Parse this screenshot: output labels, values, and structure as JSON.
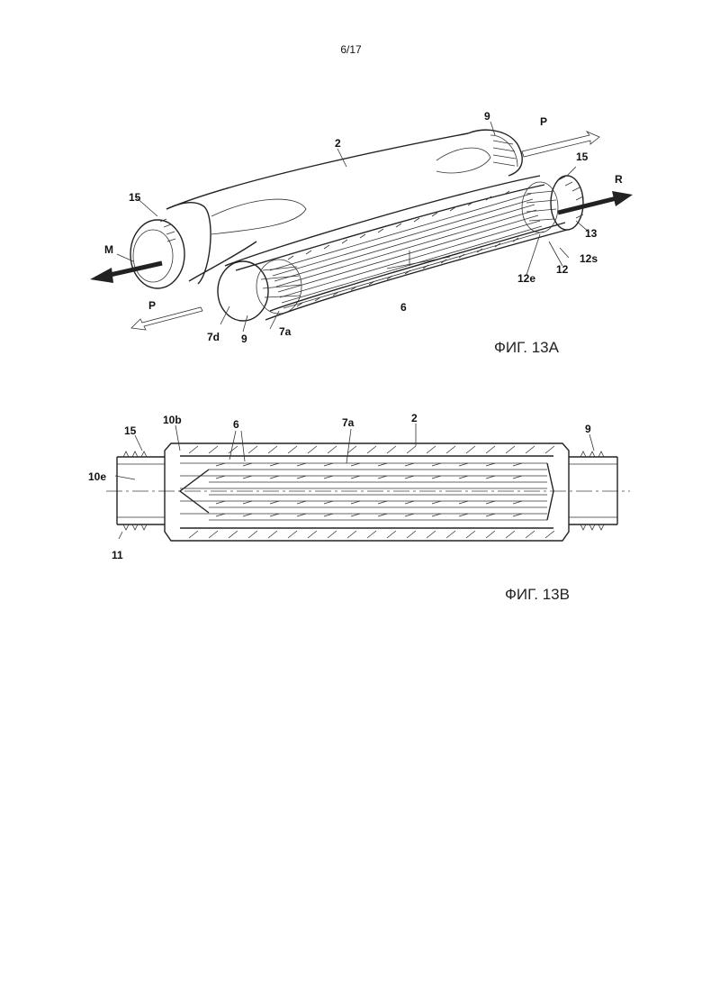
{
  "page_number": "6/17",
  "figures": {
    "fig_a": {
      "caption": "ФИГ. 13A",
      "labels": {
        "l2": "2",
        "l9_top": "9",
        "l9_bot": "9",
        "lP_top": "P",
        "lP_bot": "P",
        "l15_left": "15",
        "l15_right": "15",
        "lR": "R",
        "l13": "13",
        "l12s": "12s",
        "l12": "12",
        "l12e": "12e",
        "l6": "6",
        "lM": "M",
        "l7d": "7d",
        "l7a": "7a"
      }
    },
    "fig_b": {
      "caption": "ФИГ. 13B",
      "labels": {
        "l15": "15",
        "l10b": "10b",
        "l6": "6",
        "l7a": "7a",
        "l2": "2",
        "l9": "9",
        "l10e": "10e",
        "l11": "11"
      }
    }
  }
}
